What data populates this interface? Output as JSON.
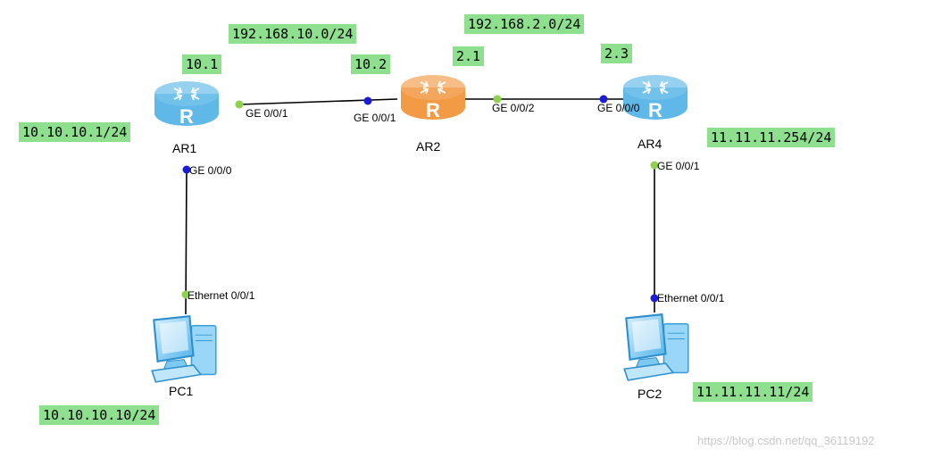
{
  "networks": {
    "net_ar1_ar2": "192.168.10.0/24",
    "net_ar2_ar4": "192.168.2.0/24"
  },
  "ip_labels": {
    "ar1_ge001": "10.1",
    "ar2_ge001": "10.2",
    "ar2_ge002": "2.1",
    "ar4_ge000": "2.3",
    "ar1_ge000": "10.10.10.1/24",
    "ar4_ge001": "11.11.11.254/24",
    "pc1": "10.10.10.10/24",
    "pc2": "11.11.11.11/24"
  },
  "devices": {
    "ar1": {
      "name": "AR1",
      "icon": "router-icon",
      "color": "#5fb8e8"
    },
    "ar2": {
      "name": "AR2",
      "icon": "router-icon",
      "color": "#f39a45"
    },
    "ar4": {
      "name": "AR4",
      "icon": "router-icon",
      "color": "#5fb8e8"
    },
    "pc1": {
      "name": "PC1",
      "icon": "pc-icon",
      "color": "#6cc4f0"
    },
    "pc2": {
      "name": "PC2",
      "icon": "pc-icon",
      "color": "#6cc4f0"
    }
  },
  "ports": {
    "ar1_ge001": "GE 0/0/1",
    "ar2_ge001": "GE 0/0/1",
    "ar2_ge002": "GE 0/0/2",
    "ar4_ge000": "GE 0/0/0",
    "ar1_ge000": "GE 0/0/0",
    "ar4_ge001": "GE 0/0/1",
    "pc1_eth": "Ethernet 0/0/1",
    "pc2_eth": "Ethernet 0/0/1"
  },
  "colors": {
    "label_bg": "#8ee08e",
    "port_up": "#8fd14f",
    "port_blue": "#1c1cd6"
  },
  "watermark": "https://blog.csdn.net/qq_36119192"
}
